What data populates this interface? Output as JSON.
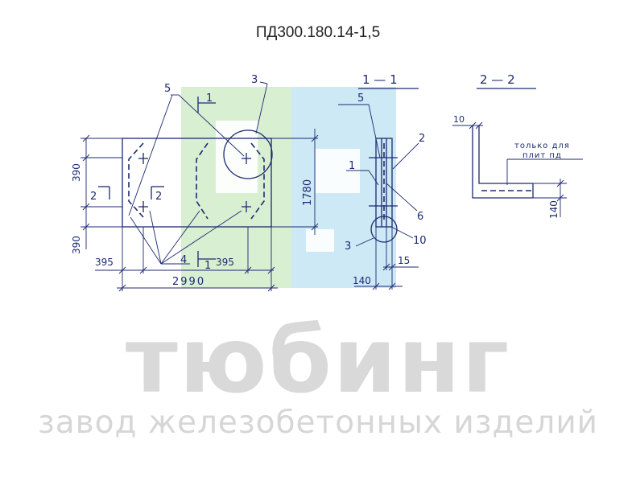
{
  "title": "ПД300.180.14-1,5",
  "watermark": {
    "brand": "тюбинг",
    "slogan": "завод железобетонных изделий",
    "colors": {
      "green": "#d9efd2",
      "blue": "#cde9f5",
      "gray": "#d9d9d9"
    }
  },
  "plan": {
    "dim_overall_length": "2990",
    "dim_left_offset": "395",
    "dim_right_offset": "395",
    "dim_height": "1780",
    "dim_top_edge": "390",
    "dim_bottom_edge": "390",
    "callout_1_top": "1",
    "callout_1_bottom": "1",
    "callout_2_left": "2",
    "callout_2_right": "2",
    "callout_3": "3",
    "callout_4": "4",
    "callout_5": "5"
  },
  "section_1_1": {
    "label": "1 — 1",
    "callouts": [
      "5",
      "1",
      "2",
      "6",
      "3",
      "10"
    ],
    "dim_thickness": "140",
    "dim_cover": "15"
  },
  "section_2_2": {
    "label": "2 — 2",
    "dim_top": "10",
    "dim_height": "140",
    "note_line1": "только для",
    "note_line2": "плит пд"
  }
}
